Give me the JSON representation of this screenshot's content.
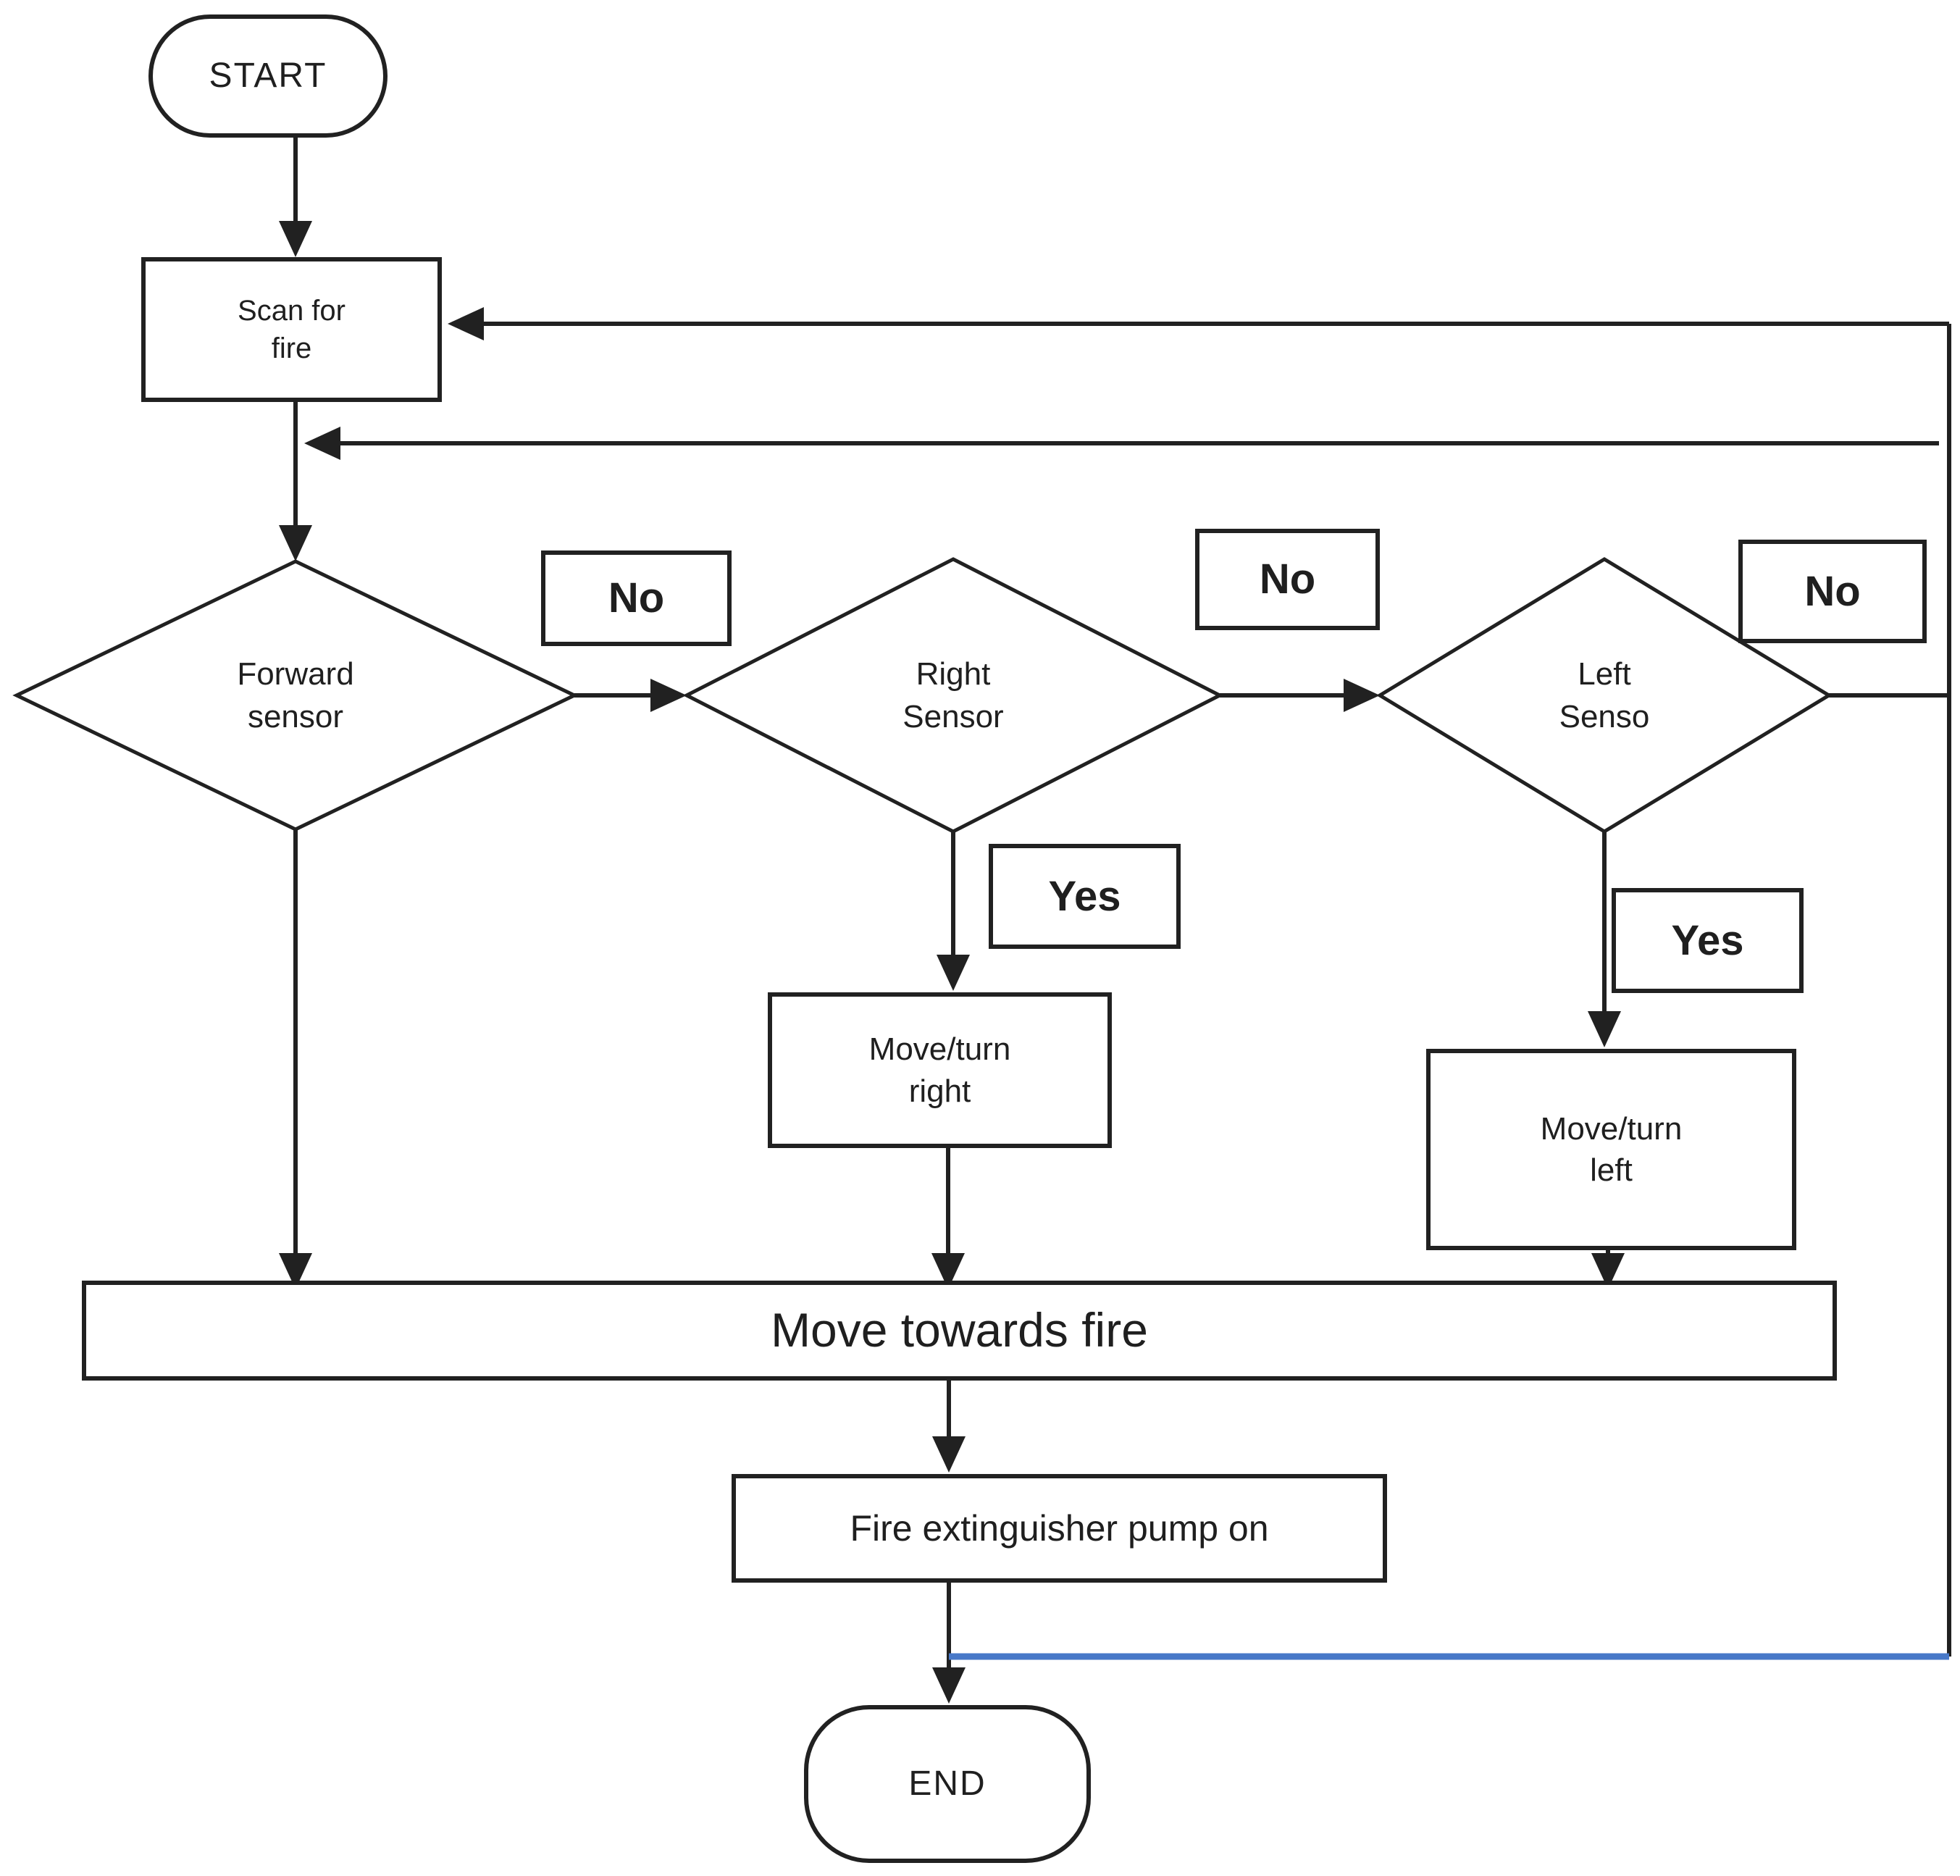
{
  "nodes": {
    "start": {
      "label": "START"
    },
    "scan": {
      "label": "Scan for\nfire"
    },
    "forward_sensor": {
      "label": "Forward\nsensor"
    },
    "right_sensor": {
      "label": "Right\nSensor"
    },
    "left_sensor": {
      "label": "Left\nSenso"
    },
    "move_turn_right": {
      "label": "Move/turn\nright"
    },
    "move_turn_left": {
      "label": "Move/turn\nleft"
    },
    "move_towards_fire": {
      "label": "Move towards fire"
    },
    "pump_on": {
      "label": "Fire extinguisher pump on"
    },
    "end": {
      "label": "END"
    }
  },
  "branch_labels": {
    "forward_no": "No",
    "right_no": "No",
    "left_no": "No",
    "right_yes": "Yes",
    "left_yes": "Yes"
  },
  "edges": [
    {
      "from": "START",
      "to": "Scan for fire"
    },
    {
      "from": "Scan for fire",
      "to": "Forward sensor"
    },
    {
      "from": "Forward sensor",
      "to": "Right Sensor",
      "label": "No"
    },
    {
      "from": "Right Sensor",
      "to": "Left Senso",
      "label": "No"
    },
    {
      "from": "Left Senso",
      "to": "Scan for fire",
      "label": "No"
    },
    {
      "from": "Forward sensor",
      "to": "Move towards fire"
    },
    {
      "from": "Right Sensor",
      "to": "Move/turn right",
      "label": "Yes"
    },
    {
      "from": "Left Senso",
      "to": "Move/turn left",
      "label": "Yes"
    },
    {
      "from": "Move/turn right",
      "to": "Move towards fire"
    },
    {
      "from": "Move/turn left",
      "to": "Move towards fire"
    },
    {
      "from": "Move towards fire",
      "to": "Fire extinguisher pump on"
    },
    {
      "from": "Fire extinguisher pump on",
      "to": "END"
    },
    {
      "from": "Fire extinguisher pump on",
      "to": "Scan for fire"
    }
  ],
  "colors": {
    "line": "#212121",
    "loop_line": "#4878c8",
    "text": "#1f1f1f",
    "background": "#ffffff"
  }
}
